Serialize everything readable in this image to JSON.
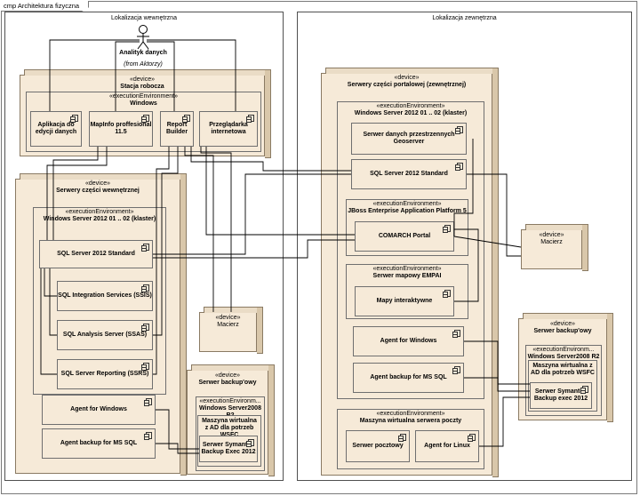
{
  "frame": {
    "title": "cmp Architektura fizyczna"
  },
  "zones": {
    "internal": "Lokalizacja wewnętrzna",
    "external": "Lokalizacja zewnętrzna"
  },
  "actor": {
    "name": "Analityk danych",
    "note": "(from Aktorzy)"
  },
  "workstation": {
    "stereotype": "«device»",
    "name": "Stacja robocza",
    "env_stereotype": "«executionEnvironment»",
    "env_name": "Windows",
    "components": [
      "Aplikacja do edycji danych",
      "MapInfo proffesional 11.5",
      "Report Builder",
      "Przeglądarka internetowa"
    ]
  },
  "internal_servers": {
    "stereotype": "«device»",
    "name": "Serwery części wewnętrznej",
    "env_stereotype": "«executionEnvironment»",
    "env_name": "Windows Server 2012 01 .. 02 (klaster)",
    "components": [
      "SQL Server 2012 Standard",
      "SQL Integration Services (SSIS)",
      "SQL Analysis Server (SSAS)",
      "SQL Server Reporting (SSRS)",
      "Agent for Windows",
      "Agent backup for MS SQL"
    ]
  },
  "internal_array": {
    "stereotype": "«device»",
    "name": "Macierz"
  },
  "internal_backup": {
    "stereotype": "«device»",
    "name": "Serwer backup'owy",
    "env_stereotype": "«executionEnvironm...",
    "env_name": "Windows Server2008 R2",
    "vm": "Maszyna wirtualna z AD dla potrzeb WSFC",
    "component": "Serwer Symantec Backup Exec 2012"
  },
  "portal_servers": {
    "stereotype": "«device»",
    "name": "Serwery części portalowej (zewnętrznej)",
    "env_stereotype": "«executionEnvironment»",
    "env_name": "Windows Server 2012 01 .. 02 (klaster)",
    "components": [
      "Serwer danych przestrzennych Geoserver",
      "SQL Server 2012 Standard",
      "COMARCH Portal",
      "Mapy interaktywne",
      "Agent for Windows",
      "Agent backup for MS SQL"
    ],
    "jboss_stereotype": "«executionEnvironment»",
    "jboss_name": "JBoss Enterprise Application Platform 5",
    "empai_stereotype": "«executionEnvironment»",
    "empai_name": "Serwer mapowy EMPAI"
  },
  "mail_vm": {
    "env_stereotype": "«executionEnvironment»",
    "env_name": "Maszyna wirtualna serwera poczty",
    "components": [
      "Serwer pocztowy",
      "Agent for Linux"
    ]
  },
  "external_array": {
    "stereotype": "«device»",
    "name": "Macierz"
  },
  "external_backup": {
    "stereotype": "«device»",
    "name": "Serwer backup'owy",
    "env_stereotype": "«executionEnvironm...",
    "env_name": "Windows Server2008 R2",
    "vm": "Maszyna wirtualna z AD dla potrzeb WSFC",
    "component": "Serwer Symantec Backup exec 2012"
  }
}
